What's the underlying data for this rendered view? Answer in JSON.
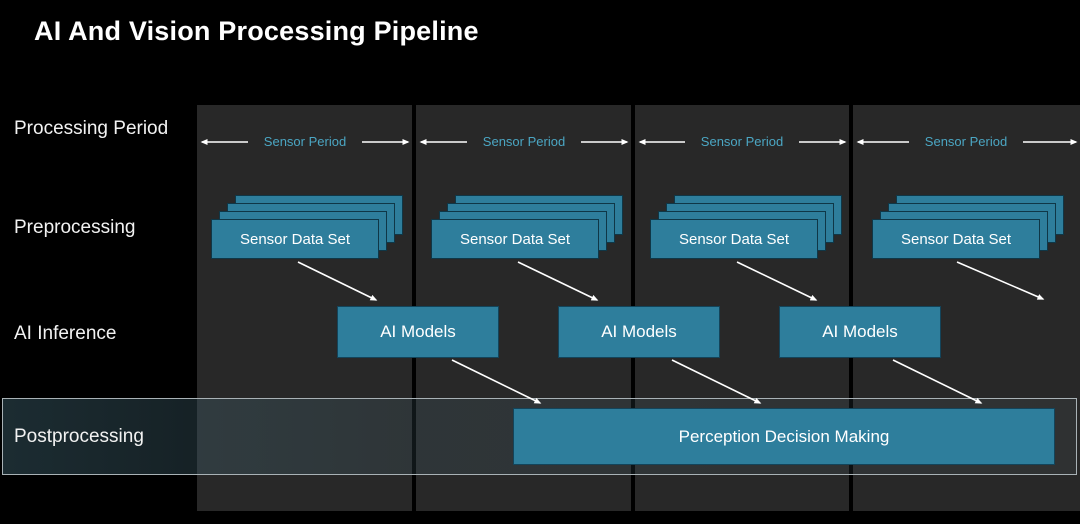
{
  "title": "AI And Vision Processing Pipeline",
  "row_labels": {
    "processing_period": "Processing Period",
    "preprocessing": "Preprocessing",
    "ai_inference": "AI Inference",
    "postprocessing": "Postprocessing"
  },
  "columns": [
    {
      "period_label": "Sensor Period",
      "dataset_label": "Sensor Data Set"
    },
    {
      "period_label": "Sensor Period",
      "dataset_label": "Sensor Data Set"
    },
    {
      "period_label": "Sensor Period",
      "dataset_label": "Sensor Data Set"
    },
    {
      "period_label": "Sensor Period",
      "dataset_label": "Sensor Data Set"
    }
  ],
  "ai_models": [
    {
      "label": "AI Models"
    },
    {
      "label": "AI Models"
    },
    {
      "label": "AI Models"
    }
  ],
  "perception_label": "Perception Decision Making",
  "colors": {
    "background": "#000000",
    "panel": "#282828",
    "box_teal": "#2e7e9c",
    "period_text": "#4ba6c3",
    "text": "#ffffff",
    "band_border": "#a9b2b6"
  }
}
